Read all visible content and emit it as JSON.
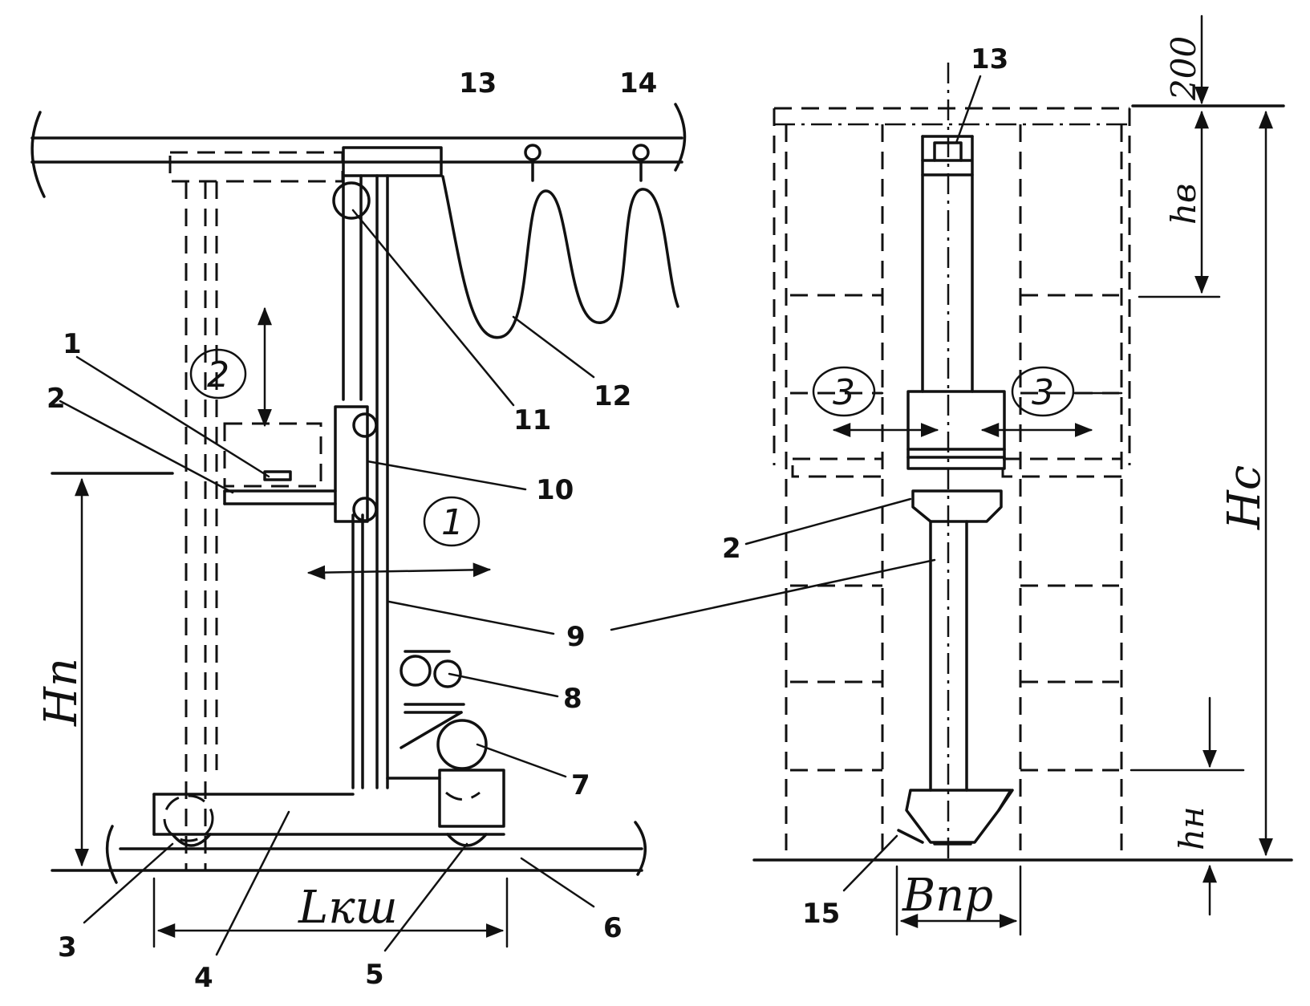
{
  "labels": {
    "p1": "1",
    "p2": "2",
    "p3": "3",
    "p4": "4",
    "p5": "5",
    "p6": "6",
    "p7": "7",
    "p8": "8",
    "p9": "9",
    "p10": "10",
    "p11": "11",
    "p12": "12",
    "p13": "13",
    "p14": "14",
    "p15": "15"
  },
  "movements": {
    "m1": "1",
    "m2": "2",
    "m3": "3"
  },
  "dimensions": {
    "Hn": "Hп",
    "Lksh": "Lкш",
    "Hc": "Hс",
    "hv": "hв",
    "hn": "hн",
    "Bpr": "Bпр",
    "top_offset": "200"
  }
}
